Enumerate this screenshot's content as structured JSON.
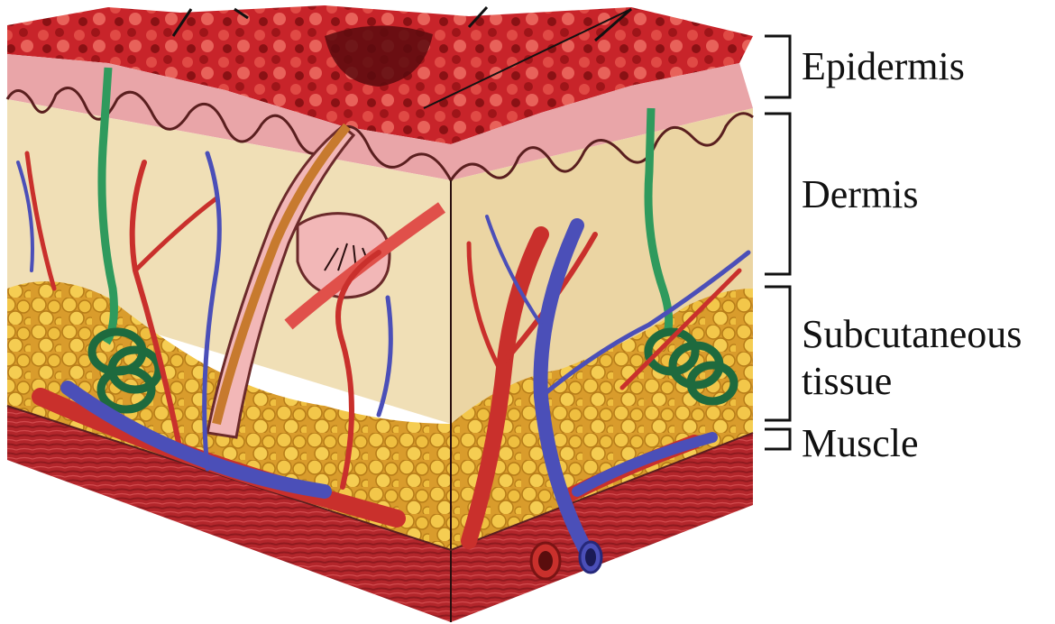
{
  "labels": {
    "epidermis": "Epidermis",
    "dermis": "Dermis",
    "subcutaneous_line1": "Subcutaneous",
    "subcutaneous_line2": "tissue",
    "muscle": "Muscle"
  },
  "colors": {
    "surface_red": "#c8242a",
    "epidermis_pink": "#e9a5a8",
    "dermis_cream": "#f0dfb6",
    "fat_yellow": "#e3b53a",
    "muscle_red": "#b3262b",
    "artery_red": "#c9302c",
    "vein_blue": "#4b4fb8",
    "gland_green": "#2f9a5d",
    "hair_brown": "#c77a2e"
  }
}
